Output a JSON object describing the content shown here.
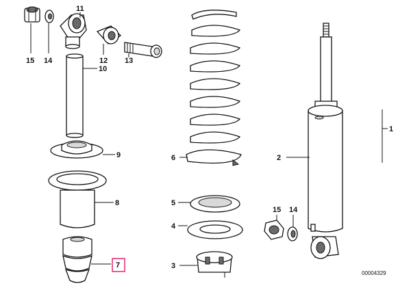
{
  "labels": {
    "p1": "1",
    "p2": "2",
    "p3": "3",
    "p4": "4",
    "p5": "5",
    "p6": "6",
    "p7": "7",
    "p8": "8",
    "p9": "9",
    "p10": "10",
    "p11": "11",
    "p12": "12",
    "p13": "13",
    "p14_top": "14",
    "p15_top": "15",
    "p14_low": "14",
    "p15_low": "15"
  },
  "catalog_code": "00004329",
  "colors": {
    "highlight": "#e8327a",
    "ink": "#111111"
  }
}
